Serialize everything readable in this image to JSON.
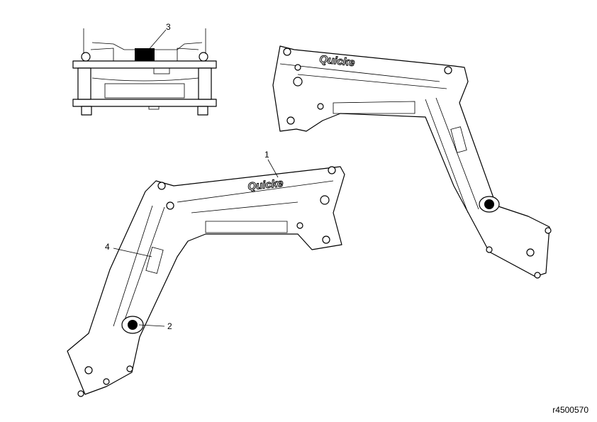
{
  "callouts": {
    "c1": "1",
    "c2": "2",
    "c3": "3",
    "c4": "4"
  },
  "logo_text": "Quicke",
  "reference_code": "r4500570"
}
